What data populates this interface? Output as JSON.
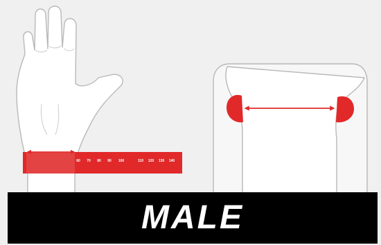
{
  "colors": {
    "background": "#f0f0f0",
    "tape": "#e1292a",
    "banner": "#000000",
    "outline": "#b8b8b8",
    "skin": "#ffffff"
  },
  "icons": [
    "hand-icon",
    "measuring-tape-icon",
    "glove-icon"
  ],
  "tape": {
    "ticks": [
      "60",
      "70",
      "80",
      "90",
      "100",
      "110",
      "120",
      "130",
      "140"
    ]
  },
  "banner": {
    "title": "MALE"
  }
}
